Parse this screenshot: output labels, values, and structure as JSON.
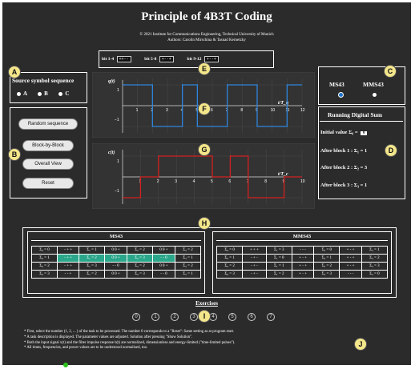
{
  "title": "Principle of 4B3T Coding",
  "copyright": "© 2021 Institute for Communications Engineering, Technical University of Munich",
  "authors": "Authors: Carolin Mirschina & Tasnad Kernetzky",
  "markers": {
    "A": "A",
    "B": "B",
    "C": "C",
    "D": "D",
    "E": "E",
    "F": "F",
    "G": "G",
    "H": "H",
    "I": "I",
    "J": "J"
  },
  "source_panel": {
    "heading": "Source symbol sequence",
    "options": [
      "A",
      "B",
      "C"
    ],
    "buttons": {
      "random": "Random sequence",
      "block": "Block-by-Block",
      "overall": "Overall View",
      "reset": "Reset"
    }
  },
  "bits": [
    {
      "label": "bit 1-4",
      "value": "++--"
    },
    {
      "label": "bit 5-8",
      "value": "+--+"
    },
    {
      "label": "bit 9-12",
      "value": "+--+"
    }
  ],
  "q_plot": {
    "ylabel": "q(t)",
    "xlabel": "t/T_q",
    "y_ticks": [
      "1",
      "−1"
    ],
    "x_ticks": [
      "1",
      "2",
      "3",
      "4",
      "5",
      "6",
      "7",
      "8",
      "9",
      "10",
      "11",
      "12"
    ],
    "levels": [
      1,
      1,
      -1,
      -1,
      1,
      -1,
      -1,
      1,
      1,
      -1,
      -1,
      1
    ]
  },
  "c_plot": {
    "ylabel": "c(t)",
    "xlabel": "t/T_c",
    "y_ticks": [
      "1",
      "−1"
    ],
    "x_ticks": [
      "1",
      "2",
      "3",
      "4",
      "5",
      "6",
      "7",
      "8",
      "9",
      "10"
    ],
    "levels": [
      -1,
      0,
      1,
      1,
      1,
      0,
      1,
      -1,
      -1,
      0
    ]
  },
  "code_panel": {
    "options": [
      "MS43",
      "MMS43"
    ],
    "selected": "MS43"
  },
  "rds": {
    "heading": "Running Digital Sum",
    "initial_label": "Initial value Σ₀ =",
    "initial_value": "0",
    "after1_label": "After block 1 :  Σ₁ = 1",
    "after2_label": "After block 2 :  Σ₂ = 3",
    "after3_label": "After block 3 :  Σ₃ = 1"
  },
  "tables": {
    "ms43": {
      "title": "MS43",
      "rows": [
        [
          "Σ₀ = 0",
          "- + +",
          "Σ₁ = 1",
          "0 0 +",
          "Σ₂ = 2",
          "0 0 +",
          "Σ₃ = 2"
        ],
        [
          "Σ₀ = 1",
          "- + +",
          "Σ₁ = 2",
          "0 0 +",
          "Σ₂ = 3",
          "- - 0",
          "Σ₃ = 1"
        ],
        [
          "Σ₀ = 2",
          "- + +",
          "Σ₁ = 3",
          "- - 0",
          "Σ₂ = 2",
          "0 0 +",
          "Σ₃ = 2"
        ],
        [
          "Σ₀ = 3",
          "- - +",
          "Σ₁ = 2",
          "0 0 +",
          "Σ₂ = 3",
          "- - 0",
          "Σ₃ = 1"
        ]
      ],
      "highlight_row": 1
    },
    "mms43": {
      "title": "MMS43",
      "rows": [
        [
          "Σ₀ = 0",
          "+ + +",
          "Σ₁ = 3",
          "- - -",
          "Σ₂ = 0",
          "+ - +",
          "Σ₃ = 1"
        ],
        [
          "Σ₀ = 1",
          "- + -",
          "Σ₁ = 0",
          "+ - +",
          "Σ₂ = 1",
          "+ - +",
          "Σ₃ = 2"
        ],
        [
          "Σ₀ = 2",
          "- + -",
          "Σ₁ = 1",
          "+ - +",
          "Σ₂ = 2",
          "+ - +",
          "Σ₃ = 3"
        ],
        [
          "Σ₀ = 3",
          "- + -",
          "Σ₁ = 2",
          "+ - +",
          "Σ₂ = 3",
          "- - -",
          "Σ₃ = 0"
        ]
      ]
    }
  },
  "exercises": {
    "title": "Exercises",
    "items": [
      "0",
      "1",
      "2",
      "3",
      "4",
      "5",
      "6",
      "7"
    ]
  },
  "notes": [
    "* First, select the number (1, 2, ... ) of the task to be processed.  The number 0 corresponds to a \"Reset\": Same setting as at program start.",
    "* A task description is displayed.  The parameter values are adjusted.  Solution after pressing \"Show Solution\".",
    "* Both the input signal x(t) and the filter impulse response h(t) are normalized, dimensionless and energy-limited (\"time-limited pulses\").",
    "* All times, frequencies, and power values are to be understood normalized, too."
  ],
  "colors": {
    "background": "#2b2b2b",
    "q_line": "#2e86de",
    "c_line": "#d42020",
    "highlight": "#2aa68a",
    "marker": "#f4e68a"
  }
}
